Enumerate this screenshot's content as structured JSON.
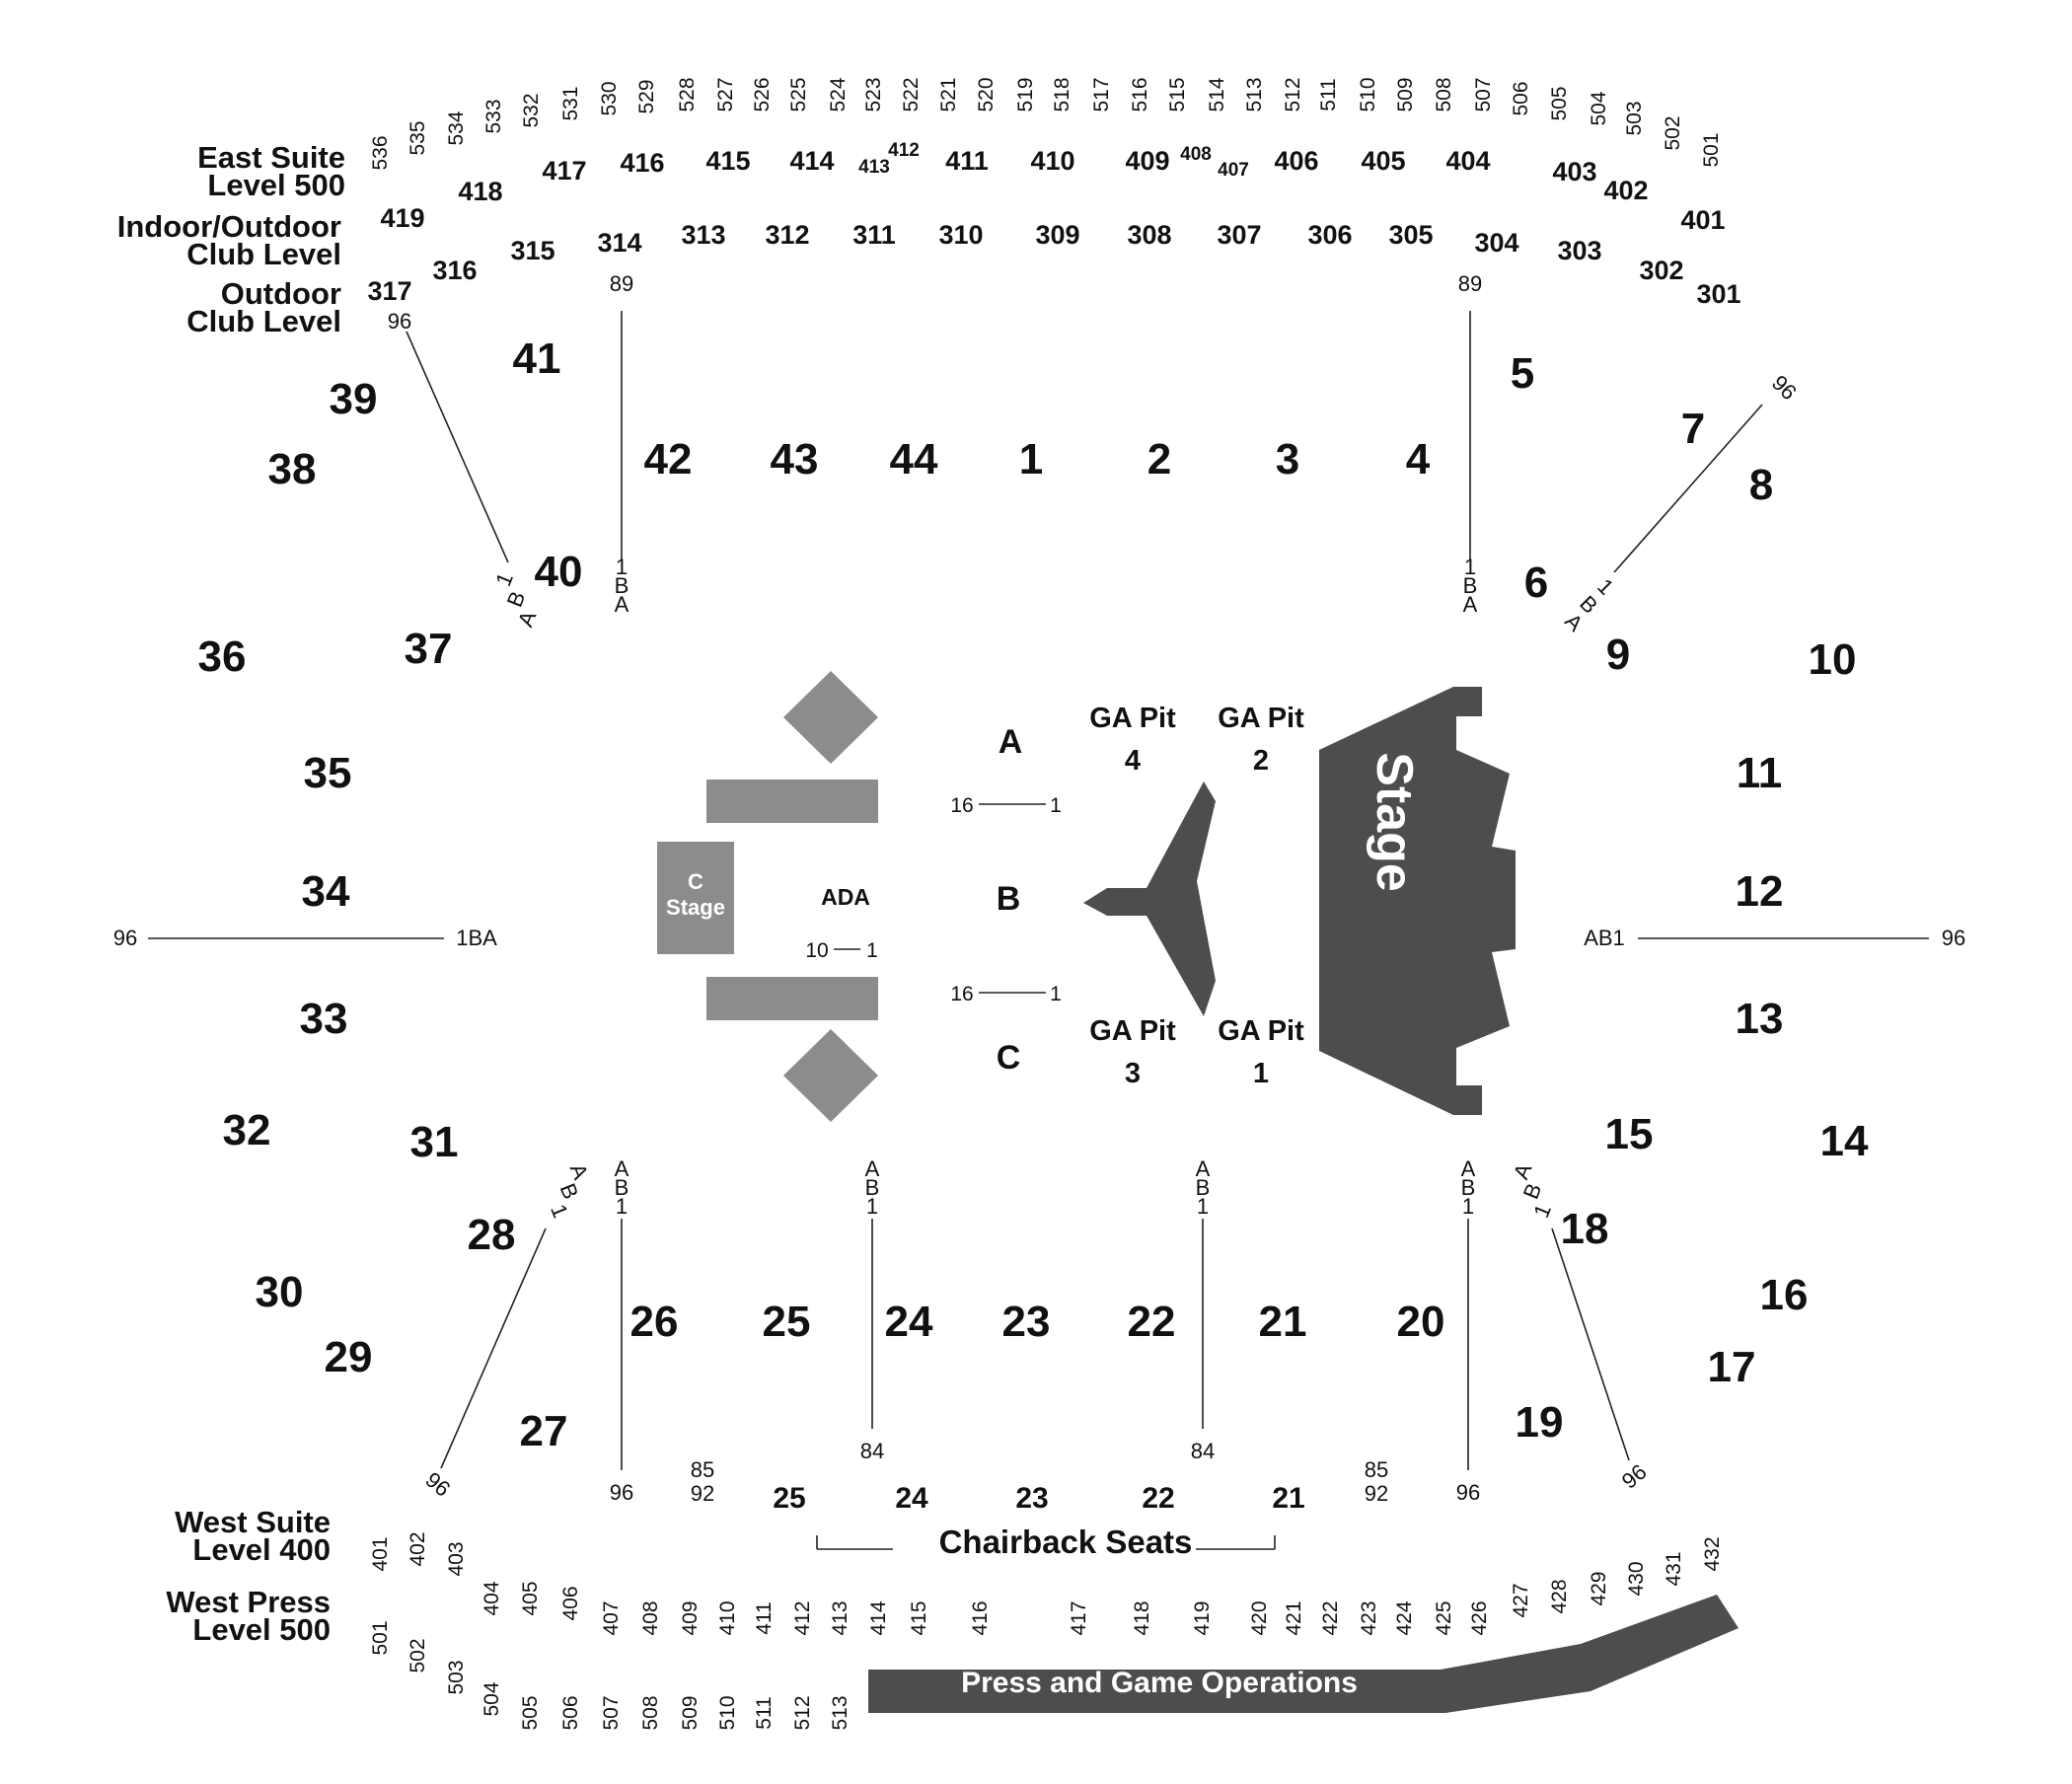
{
  "colors": {
    "stage": "#4d4d4d",
    "c_stage": "#8c8c8c",
    "press": "#4d4d4d",
    "text": "#111111"
  },
  "level_labels": {
    "east_suite": [
      "East Suite",
      "Level 500"
    ],
    "indoor_outdoor": [
      "Indoor/Outdoor",
      "Club Level"
    ],
    "outdoor": [
      "Outdoor",
      "Club Level"
    ],
    "west_suite": [
      "West Suite",
      "Level 400"
    ],
    "west_press": [
      "West Press",
      "Level 500"
    ]
  },
  "floor": {
    "stage": "Stage",
    "c_stage": [
      "C",
      "Stage"
    ],
    "ada": "ADA",
    "ga_pits": [
      [
        "GA Pit",
        "4"
      ],
      [
        "GA Pit",
        "2"
      ],
      [
        "GA Pit",
        "3"
      ],
      [
        "GA Pit",
        "1"
      ]
    ],
    "sections": [
      "A",
      "B",
      "C"
    ],
    "press": "Press and Game Operations",
    "chairback": "Chairback Seats"
  },
  "east_500": [
    "536",
    "535",
    "534",
    "533",
    "532",
    "531",
    "530",
    "529",
    "528",
    "527",
    "526",
    "525",
    "524",
    "523",
    "522",
    "521",
    "520",
    "519",
    "518",
    "517",
    "516",
    "515",
    "514",
    "513",
    "512",
    "511",
    "510",
    "509",
    "508",
    "507",
    "506",
    "505",
    "504",
    "503",
    "502",
    "501"
  ],
  "east_400": [
    "419",
    "418",
    "417",
    "416",
    "415",
    "414",
    "413",
    "412",
    "411",
    "410",
    "409",
    "408",
    "407",
    "406",
    "405",
    "404",
    "403",
    "402",
    "401"
  ],
  "east_300": [
    "317",
    "316",
    "315",
    "314",
    "313",
    "312",
    "311",
    "310",
    "309",
    "308",
    "307",
    "306",
    "305",
    "304",
    "303",
    "302",
    "301"
  ],
  "west_400": [
    "401",
    "402",
    "403",
    "404",
    "405",
    "406",
    "407",
    "408",
    "409",
    "410",
    "411",
    "412",
    "413",
    "414",
    "415",
    "416",
    "417",
    "418",
    "419",
    "420",
    "421",
    "422",
    "423",
    "424",
    "425",
    "426",
    "427",
    "428",
    "429",
    "430",
    "431",
    "432"
  ],
  "west_500": [
    "501",
    "502",
    "503",
    "504",
    "505",
    "506",
    "507",
    "508",
    "509",
    "510",
    "511",
    "512",
    "513"
  ],
  "lower_sections": [
    "1",
    "2",
    "3",
    "4",
    "5",
    "6",
    "7",
    "8",
    "9",
    "10",
    "11",
    "12",
    "13",
    "14",
    "15",
    "16",
    "17",
    "18",
    "19",
    "20",
    "21",
    "22",
    "23",
    "24",
    "25",
    "26",
    "27",
    "28",
    "29",
    "30",
    "31",
    "32",
    "33",
    "34",
    "35",
    "36",
    "37",
    "38",
    "39",
    "40",
    "41",
    "42",
    "43",
    "44"
  ],
  "row_markers": {
    "n89": "89",
    "n96": "96",
    "n84": "84",
    "n85": "85",
    "n92": "92",
    "n16": "16",
    "n10": "10",
    "n1": "1",
    "ba": "1BA",
    "ab": "AB1",
    "a": "A",
    "b": "B",
    "one": "1"
  },
  "chairback_rows": [
    "25",
    "24",
    "23",
    "22",
    "21"
  ]
}
